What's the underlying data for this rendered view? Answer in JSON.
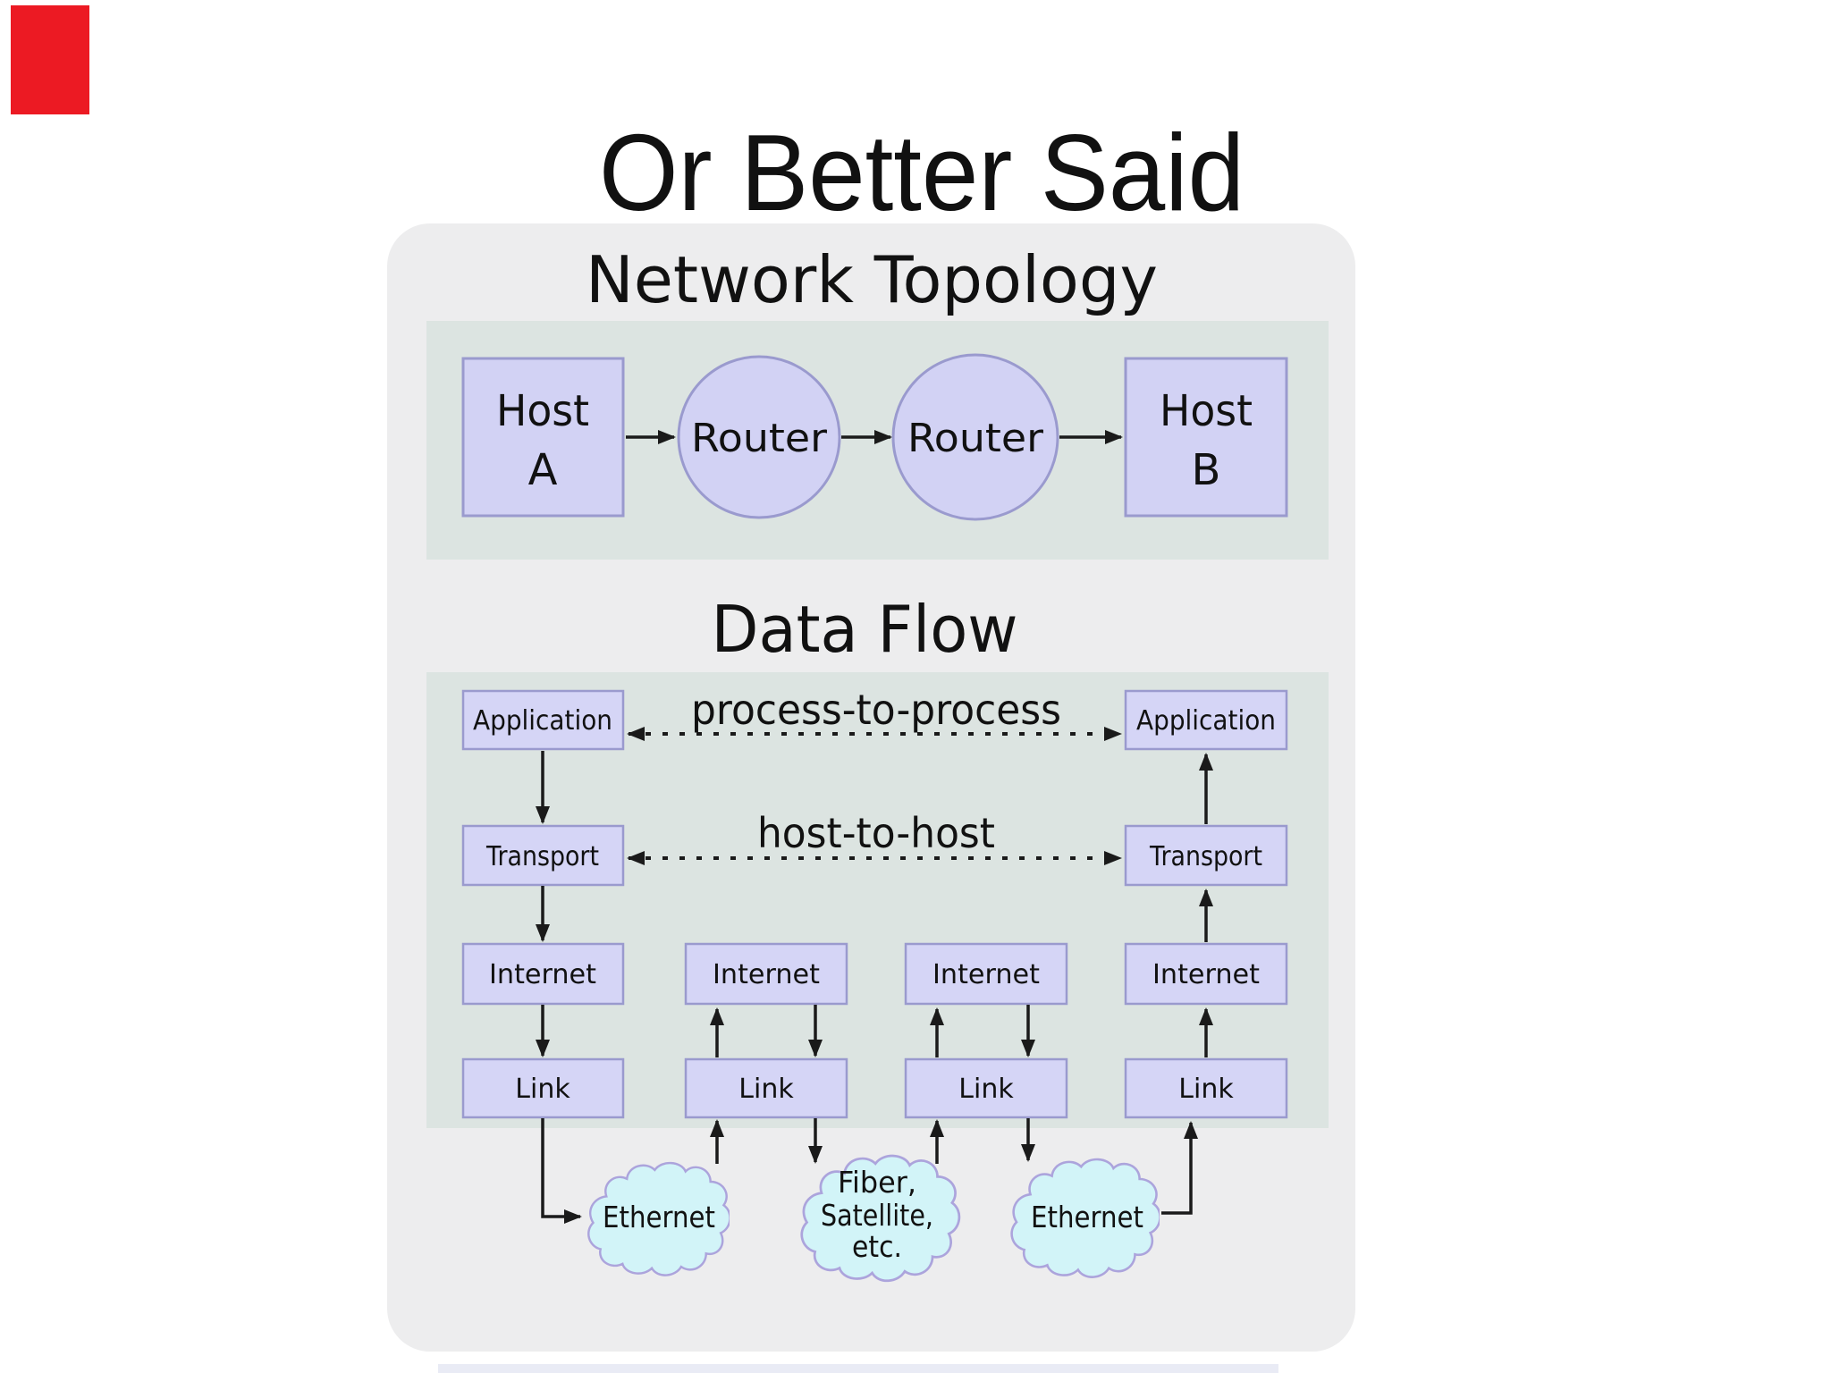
{
  "title": "Or Better Said",
  "topology": {
    "heading": "Network Topology",
    "host_a_line1": "Host",
    "host_a_line2": "A",
    "router_left": "Router",
    "router_right": "Router",
    "host_b_line1": "Host",
    "host_b_line2": "B"
  },
  "dataflow": {
    "heading": "Data Flow",
    "process_label": "process-to-process",
    "host_label": "host-to-host",
    "col1": {
      "app": "Application",
      "transport": "Transport",
      "internet": "Internet",
      "link": "Link"
    },
    "col2": {
      "internet": "Internet",
      "link": "Link"
    },
    "col3": {
      "internet": "Internet",
      "link": "Link"
    },
    "col4": {
      "app": "Application",
      "transport": "Transport",
      "internet": "Internet",
      "link": "Link"
    },
    "cloud_left": "Ethernet",
    "cloud_mid_line1": "Fiber,",
    "cloud_mid_line2": "Satellite,",
    "cloud_mid_line3": "etc.",
    "cloud_right": "Ethernet"
  },
  "colors": {
    "red_marker": "#EC1A23",
    "panel": "#EDEDEE",
    "strip": "#DCE4E1",
    "box_fill": "#D2D2F4",
    "box_border": "#9A9ACE",
    "cloud_fill": "#D2F4F8",
    "cloud_border": "#ACA4DC",
    "arrow": "#1A1A1A",
    "text": "#111111",
    "bottom_strip": "#E9EBF5"
  }
}
